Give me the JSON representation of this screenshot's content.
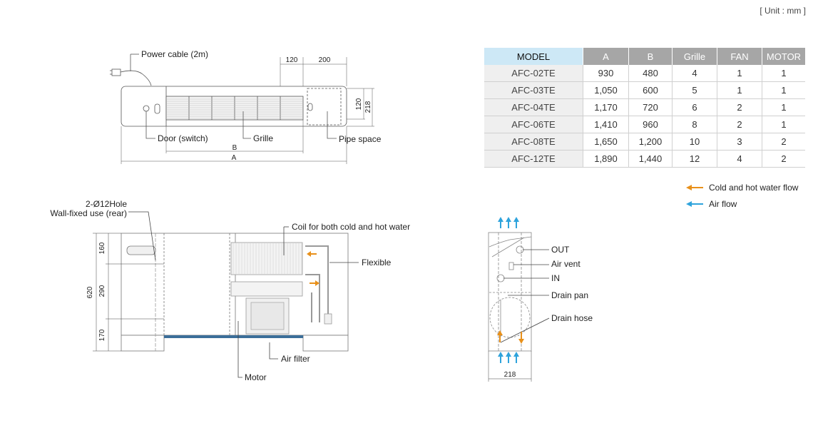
{
  "unit_note": "[ Unit : mm ]",
  "front_view": {
    "power_cable": "Power cable (2m)",
    "door": "Door (switch)",
    "grille": "Grille",
    "pipe_space": "Pipe space",
    "dim_120_top": "120",
    "dim_200": "200",
    "dim_120_side": "120",
    "dim_218": "218",
    "dim_B": "B",
    "dim_A": "A"
  },
  "section_view": {
    "hole_line1": "2-Ø12Hole",
    "hole_line2": "Wall-fixed use (rear)",
    "coil": "Coil for both cold and hot water",
    "flexible": "Flexible",
    "air_filter": "Air filter",
    "motor": "Motor",
    "dim_620": "620",
    "dim_160": "160",
    "dim_290": "290",
    "dim_170": "170"
  },
  "side_view": {
    "out": "OUT",
    "air_vent": "Air vent",
    "in": "IN",
    "drain_pan": "Drain pan",
    "drain_hose": "Drain hose",
    "dim_218": "218"
  },
  "table": {
    "headers": [
      "MODEL",
      "A",
      "B",
      "Grille",
      "FAN",
      "MOTOR"
    ],
    "rows": [
      [
        "AFC-02TE",
        "930",
        "480",
        "4",
        "1",
        "1"
      ],
      [
        "AFC-03TE",
        "1,050",
        "600",
        "5",
        "1",
        "1"
      ],
      [
        "AFC-04TE",
        "1,170",
        "720",
        "6",
        "2",
        "1"
      ],
      [
        "AFC-06TE",
        "1,410",
        "960",
        "8",
        "2",
        "1"
      ],
      [
        "AFC-08TE",
        "1,650",
        "1,200",
        "10",
        "3",
        "2"
      ],
      [
        "AFC-12TE",
        "1,890",
        "1,440",
        "12",
        "4",
        "2"
      ]
    ]
  },
  "legend": {
    "water": "Cold and hot water flow",
    "air": "Air flow"
  },
  "colors": {
    "water_arrow": "#e8901a",
    "air_arrow": "#2ea3dc",
    "filter": "#3b6e99",
    "table_header_model": "#cde8f6",
    "table_header": "#a6a6a6"
  }
}
